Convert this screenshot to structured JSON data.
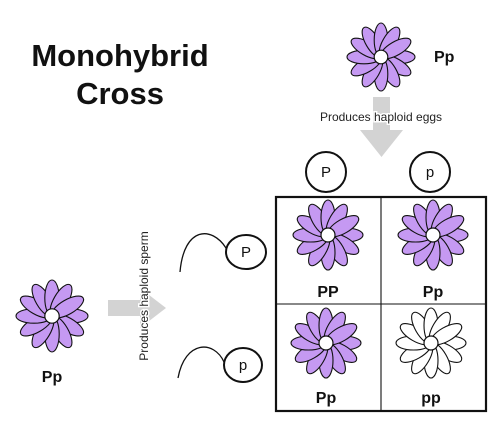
{
  "title": {
    "line1": "Monohybrid",
    "line2": "Cross"
  },
  "colors": {
    "purple_petal": "#c599f2",
    "white_petal": "#ffffff",
    "outline": "#111111",
    "arrow": "#d3d3d3"
  },
  "female_parent": {
    "genotype": "Pp",
    "icon": "purple-flower-icon"
  },
  "male_parent": {
    "genotype": "Pp",
    "icon": "purple-flower-icon"
  },
  "egg_caption": "Produces haploid eggs",
  "sperm_caption": "Produces haploid sperm",
  "eggs": [
    "P",
    "p"
  ],
  "sperm": [
    "P",
    "p"
  ],
  "punnett": [
    {
      "genotype": "PP",
      "flower": "purple"
    },
    {
      "genotype": "Pp",
      "flower": "purple"
    },
    {
      "genotype": "Pp",
      "flower": "purple"
    },
    {
      "genotype": "pp",
      "flower": "white"
    }
  ]
}
